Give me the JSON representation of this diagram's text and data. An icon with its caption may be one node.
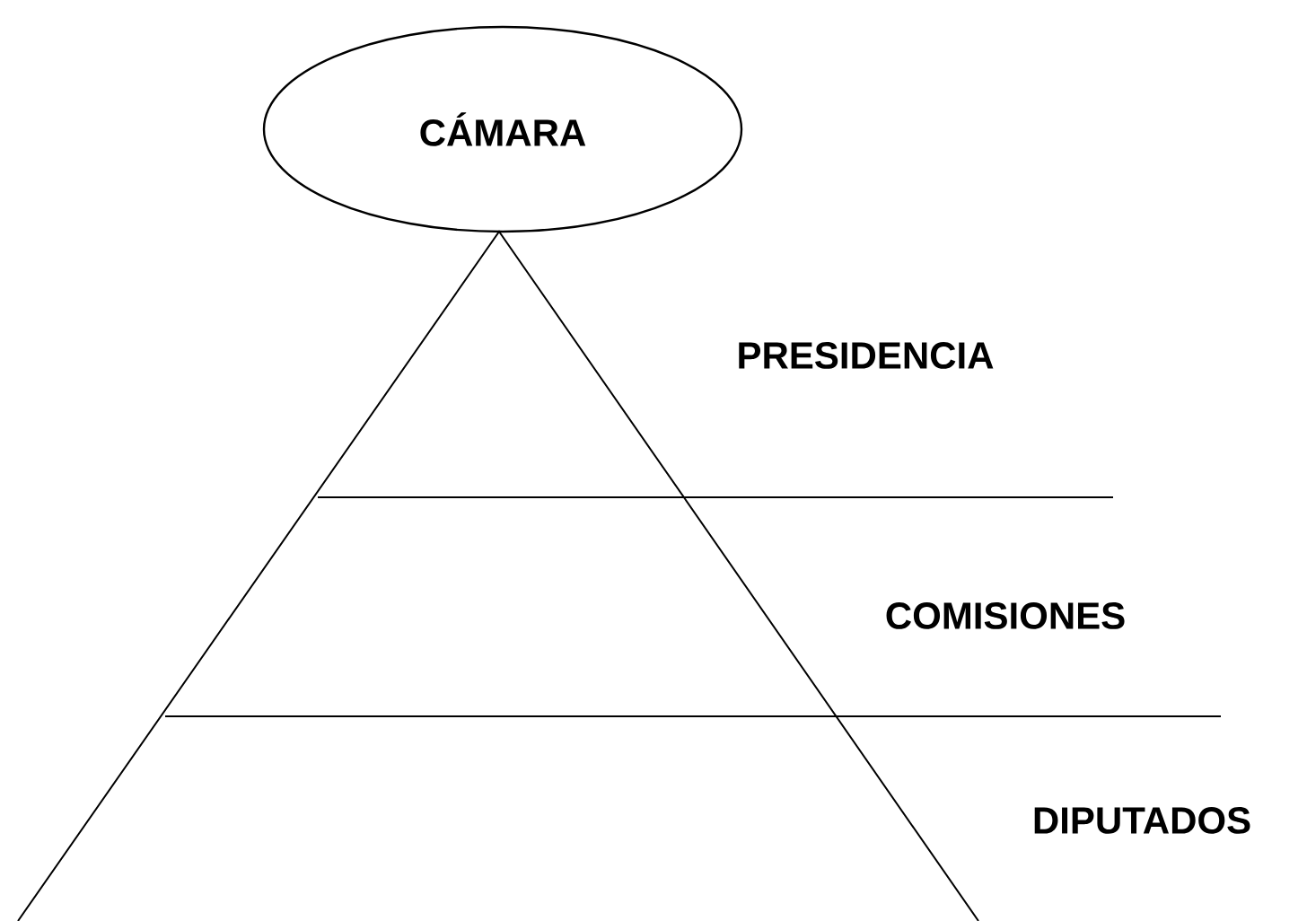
{
  "diagram": {
    "nodes": [
      {
        "text": [
          "CÁMARA"
        ]
      }
    ],
    "labels": [
      "PRESIDENCIA",
      "COMISIONES",
      "DIPUTADOS"
    ]
  }
}
